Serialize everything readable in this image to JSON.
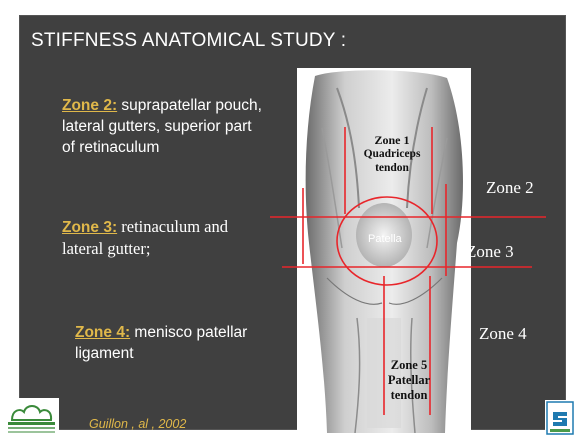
{
  "slide": {
    "title": "STIFFNESS ANATOMICAL STUDY :",
    "zone2": {
      "label": "Zone 2:",
      "text": " suprapatellar pouch, lateral gutters, superior part of retinaculum"
    },
    "zone3": {
      "label": "Zone 3:",
      "text": " retinaculum and lateral gutter;"
    },
    "zone4": {
      "label": "Zone 4:",
      "text": " menisco patellar ligament"
    },
    "citation": "Guillon , al , 2002"
  },
  "figure": {
    "zone1_line1": "Zone 1",
    "zone1_line2": "Quadriceps tendon",
    "patella": "Patella",
    "zone5_line1": "Zone 5",
    "zone5_line2": "Patellar",
    "zone5_line3": "tendon",
    "right_zone2": "Zone 2",
    "right_zone3": "Zone 3",
    "right_zone4": "Zone 4"
  },
  "colors": {
    "background": "#404040",
    "accent": "#e0b84a",
    "lines": "#e8262b"
  }
}
